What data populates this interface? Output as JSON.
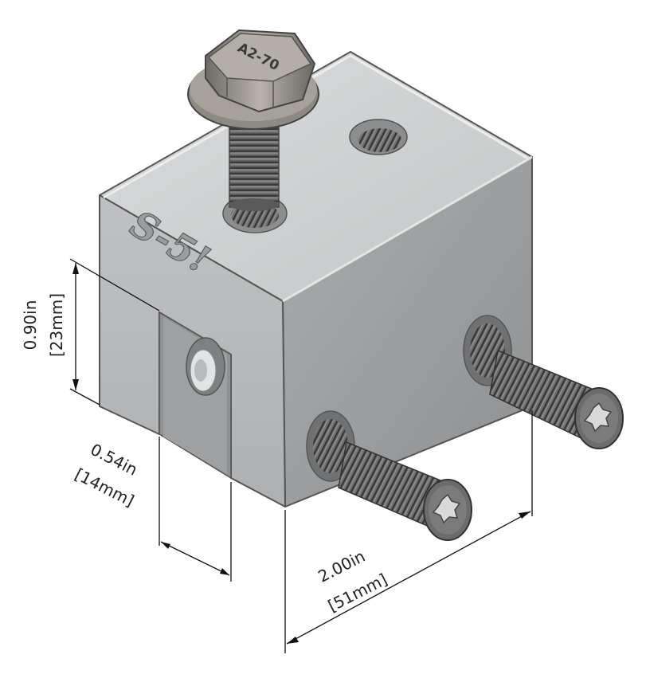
{
  "bolt_marking": "A2-70",
  "brand_logo": "S-5!",
  "dimensions": {
    "height": {
      "imperial": "0.90in",
      "metric": "[23mm]"
    },
    "slot": {
      "imperial": "0.54in",
      "metric": "[14mm]"
    },
    "length": {
      "imperial": "2.00in",
      "metric": "[51mm]"
    }
  }
}
